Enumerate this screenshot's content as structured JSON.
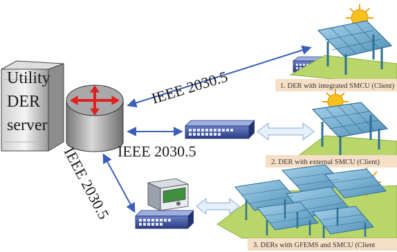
{
  "server": {
    "line1": "Utility",
    "line2": "DER",
    "line3": "server"
  },
  "protocol_labels": {
    "top": "IEEE 2030.5",
    "middle": "IEEE 2030.5",
    "diagonal": "IEEE 2030.5"
  },
  "captions": {
    "c1": "1. DER with integrated SMCU (Client)",
    "c2": "2. DER with external SMCU (Client)",
    "c3": "3. DERs with GFEMS and SMCU (Client"
  },
  "colors": {
    "connector": "#3b5fb8",
    "caption_bg": "#f5dfc6",
    "grass": "#b8d66a",
    "panel": "#7fb6d6",
    "frame": "#2f6f95",
    "router_arrow": "#e0201f",
    "sun": "#f2a20e"
  }
}
